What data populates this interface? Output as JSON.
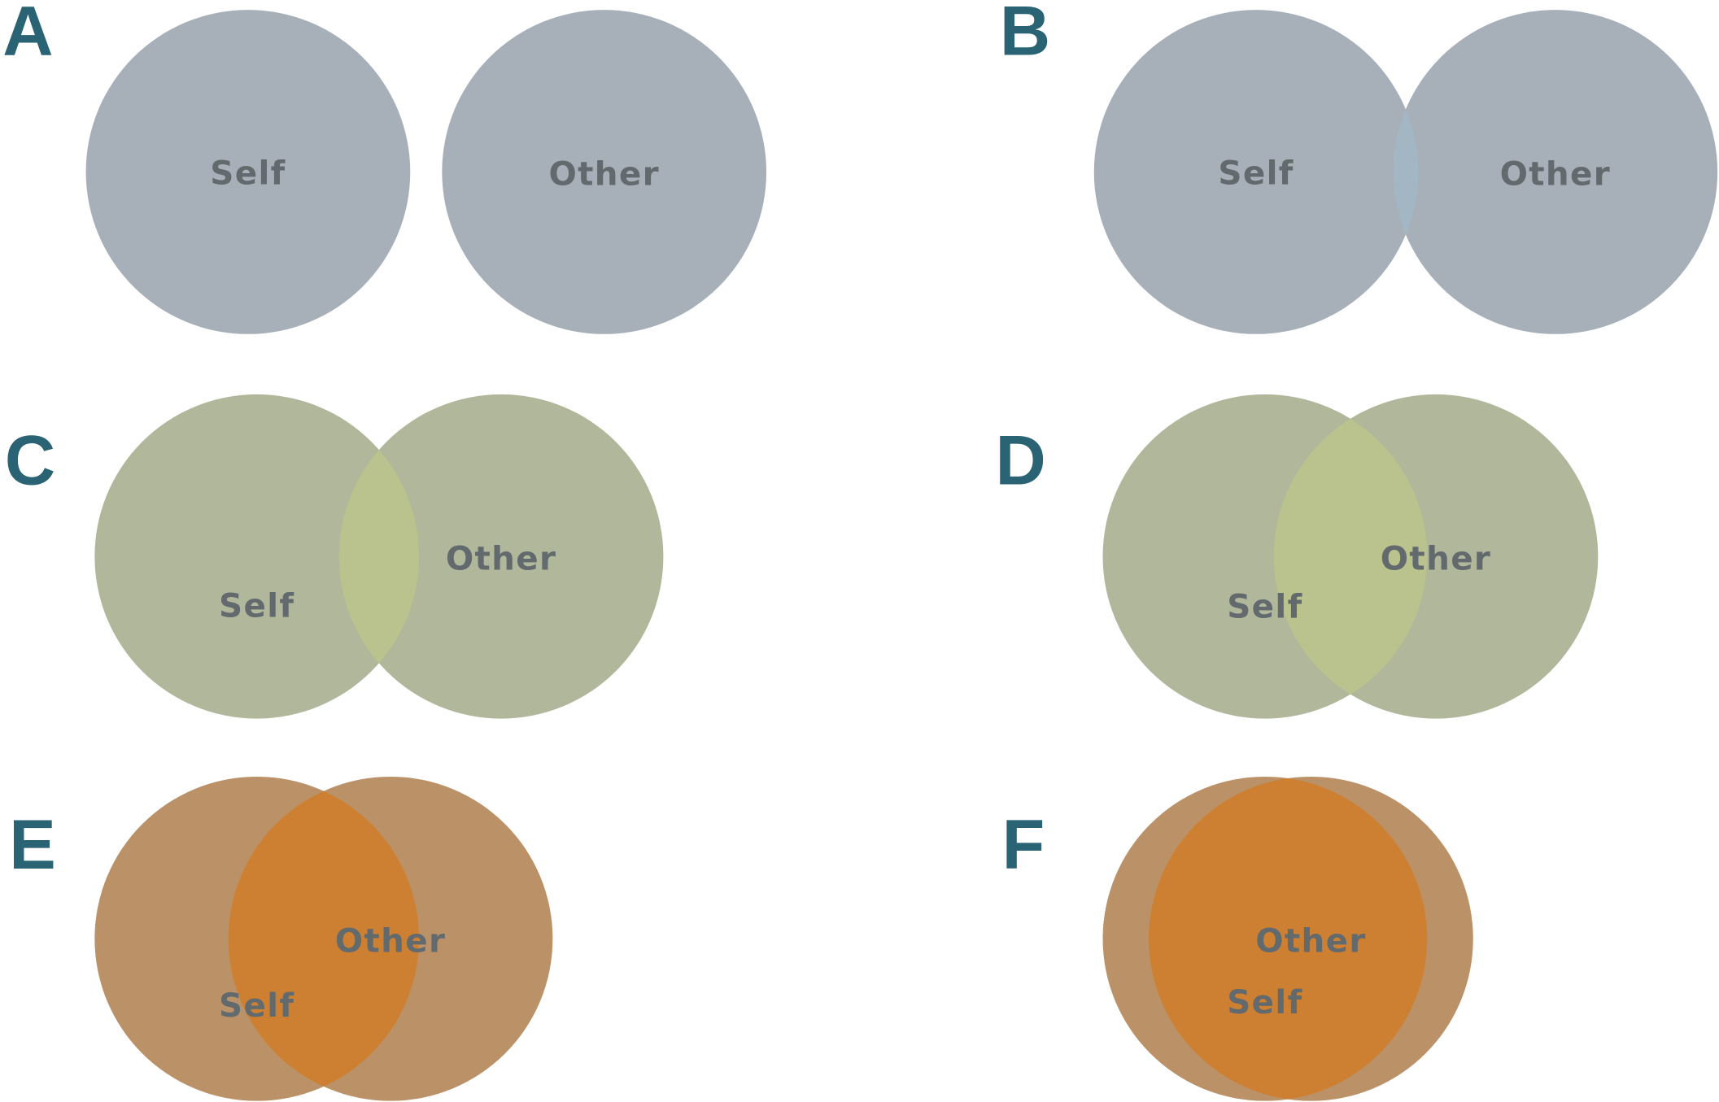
{
  "panels": [
    {
      "label": "A",
      "self_label": "Self",
      "other_label": "Other"
    },
    {
      "label": "B",
      "self_label": "Self",
      "other_label": "Other"
    },
    {
      "label": "C",
      "self_label": "Self",
      "other_label": "Other"
    },
    {
      "label": "D",
      "self_label": "Self",
      "other_label": "Other"
    },
    {
      "label": "E",
      "self_label": "Self",
      "other_label": "Other"
    },
    {
      "label": "F",
      "self_label": "Self",
      "other_label": "Other"
    }
  ],
  "colors": {
    "panel_label": "#2a6373",
    "text": "#636a6e",
    "gray": "#a7b0b8",
    "gray_overlap": "#a3b6c4",
    "green": "#b0b79a",
    "green_overlap": "#bbc58b",
    "brown": "#bb9268",
    "orange_overlap": "#cf7d2a"
  }
}
